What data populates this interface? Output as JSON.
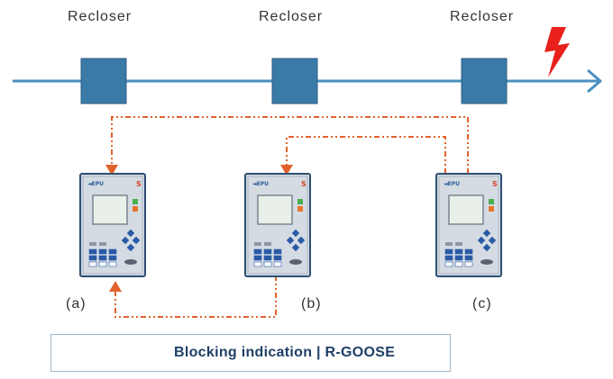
{
  "reclosers": [
    {
      "label": "Recloser"
    },
    {
      "label": "Recloser"
    },
    {
      "label": "Recloser"
    }
  ],
  "devices": [
    {
      "label": "(a)",
      "brand": "◄EPU",
      "mark": "S"
    },
    {
      "label": "(b)",
      "brand": "◄EPU",
      "mark": "S"
    },
    {
      "label": "(c)",
      "brand": "◄EPU",
      "mark": "S"
    }
  ],
  "legend": {
    "text": "Blocking indication | R-GOOSE"
  },
  "colors": {
    "line": "#4a8fc0",
    "recloser": "#3a7aa6",
    "signal": "#e0622a",
    "fault": "#e8211d",
    "device_body": "#d4dbe3",
    "device_border": "#2d4f72"
  }
}
